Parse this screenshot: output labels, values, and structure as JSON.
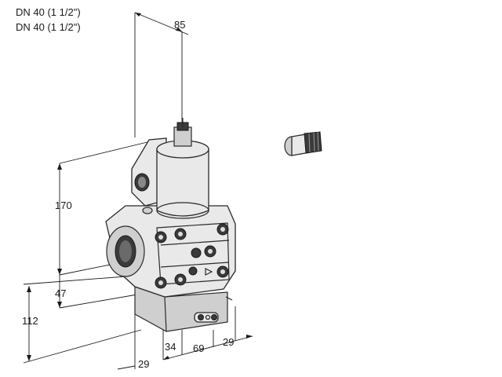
{
  "title": {
    "line1": "DN 40 (1 1/2\")",
    "line2": "DN 40 (1 1/2\")"
  },
  "dimensions": {
    "top": "85",
    "height_total": "170",
    "height_lower": "47",
    "height_left": "112",
    "bottom_left": "29",
    "bottom_34": "34",
    "bottom_69": "69",
    "bottom_right": "29"
  }
}
